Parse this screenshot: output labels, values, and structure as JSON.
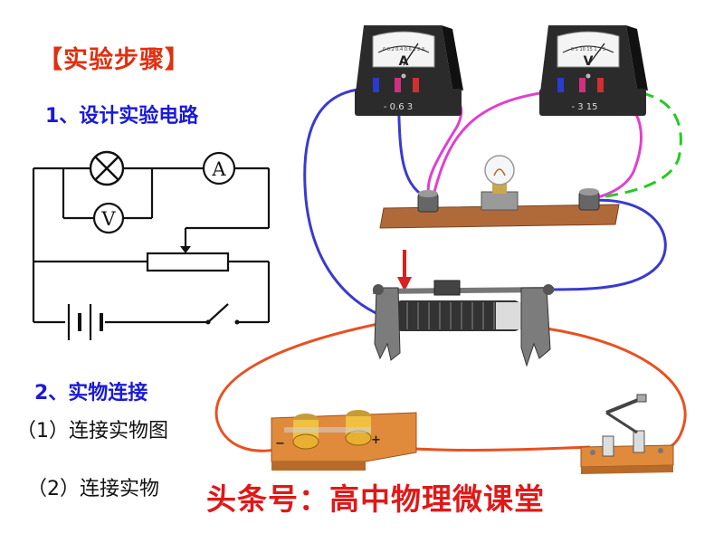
{
  "heading": "【实验步骤】",
  "steps": {
    "design": "1、设计实验电路",
    "connect": "2、实物连接",
    "sub_diagram": "（1）连接实物图",
    "sub_real": "（2）连接实物"
  },
  "circuit_symbols": {
    "ammeter": "A",
    "voltmeter": "V"
  },
  "meters": {
    "ammeter": {
      "letter": "A",
      "terminals": "- 0.6 3",
      "scale": "0 0.2 0.4 0.6 1 2 3"
    },
    "voltmeter": {
      "letter": "V",
      "terminals": "- 3 15",
      "scale": "0 5 10 15 1 2 3"
    }
  },
  "battery_terminals": {
    "negative": "−",
    "positive": "+"
  },
  "watermark": "头条号：高中物理微课堂",
  "colors": {
    "heading": "#e03010",
    "steps": "#1a1ad8",
    "wire_blue": "#3a3ad0",
    "wire_magenta": "#e040d0",
    "wire_green": "#22cc22",
    "wire_orange": "#e85020",
    "board": "#b06a3a",
    "watermark": "#e01818"
  }
}
